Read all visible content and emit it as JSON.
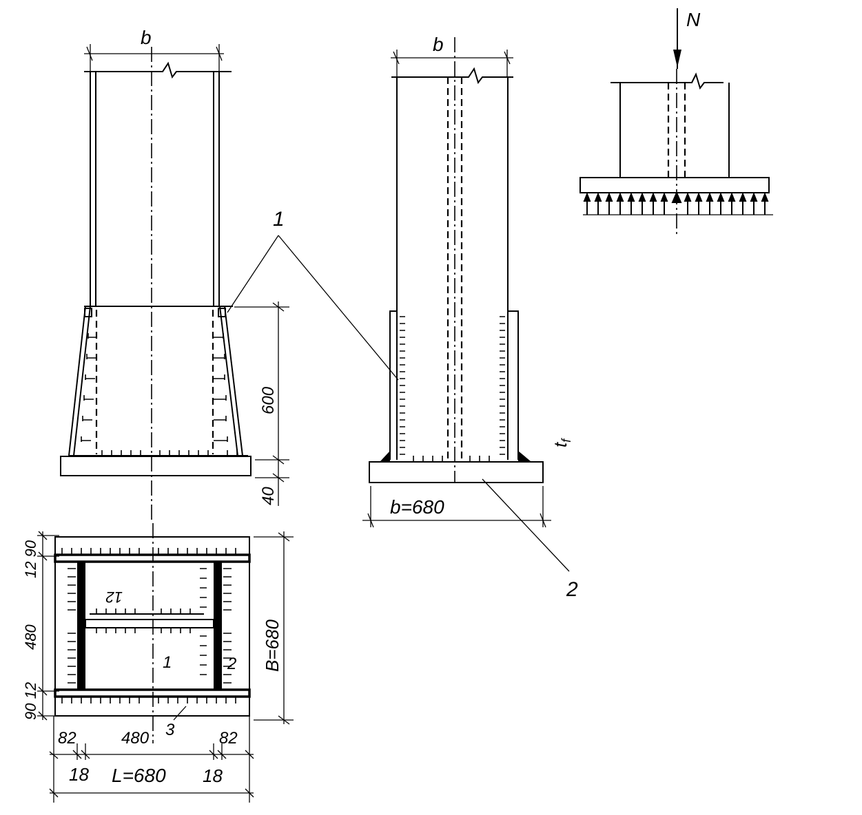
{
  "labels": {
    "b_left": "b",
    "b_mid": "b",
    "force": "N",
    "callout_1": "1",
    "callout_2": "2",
    "callout_3": "3",
    "dim_600": "600",
    "dim_40": "40",
    "dim_b680": "b=680",
    "tf": "t",
    "tf_sub": "f",
    "plan_12_90": "12 90",
    "plan_480_v": "480",
    "plan_90_12": "90 12",
    "plan_B680": "B=680",
    "plan_82_left": "82",
    "plan_480_h": "480",
    "plan_82_right": "82",
    "plan_18_left": "18",
    "plan_L680": "L=680",
    "plan_18_right": "18",
    "plan_12_inner": "12",
    "plan_1_inner": "1",
    "plan_2_inner": "2"
  },
  "colors": {
    "ink": "#000000",
    "paper": "#ffffff"
  }
}
